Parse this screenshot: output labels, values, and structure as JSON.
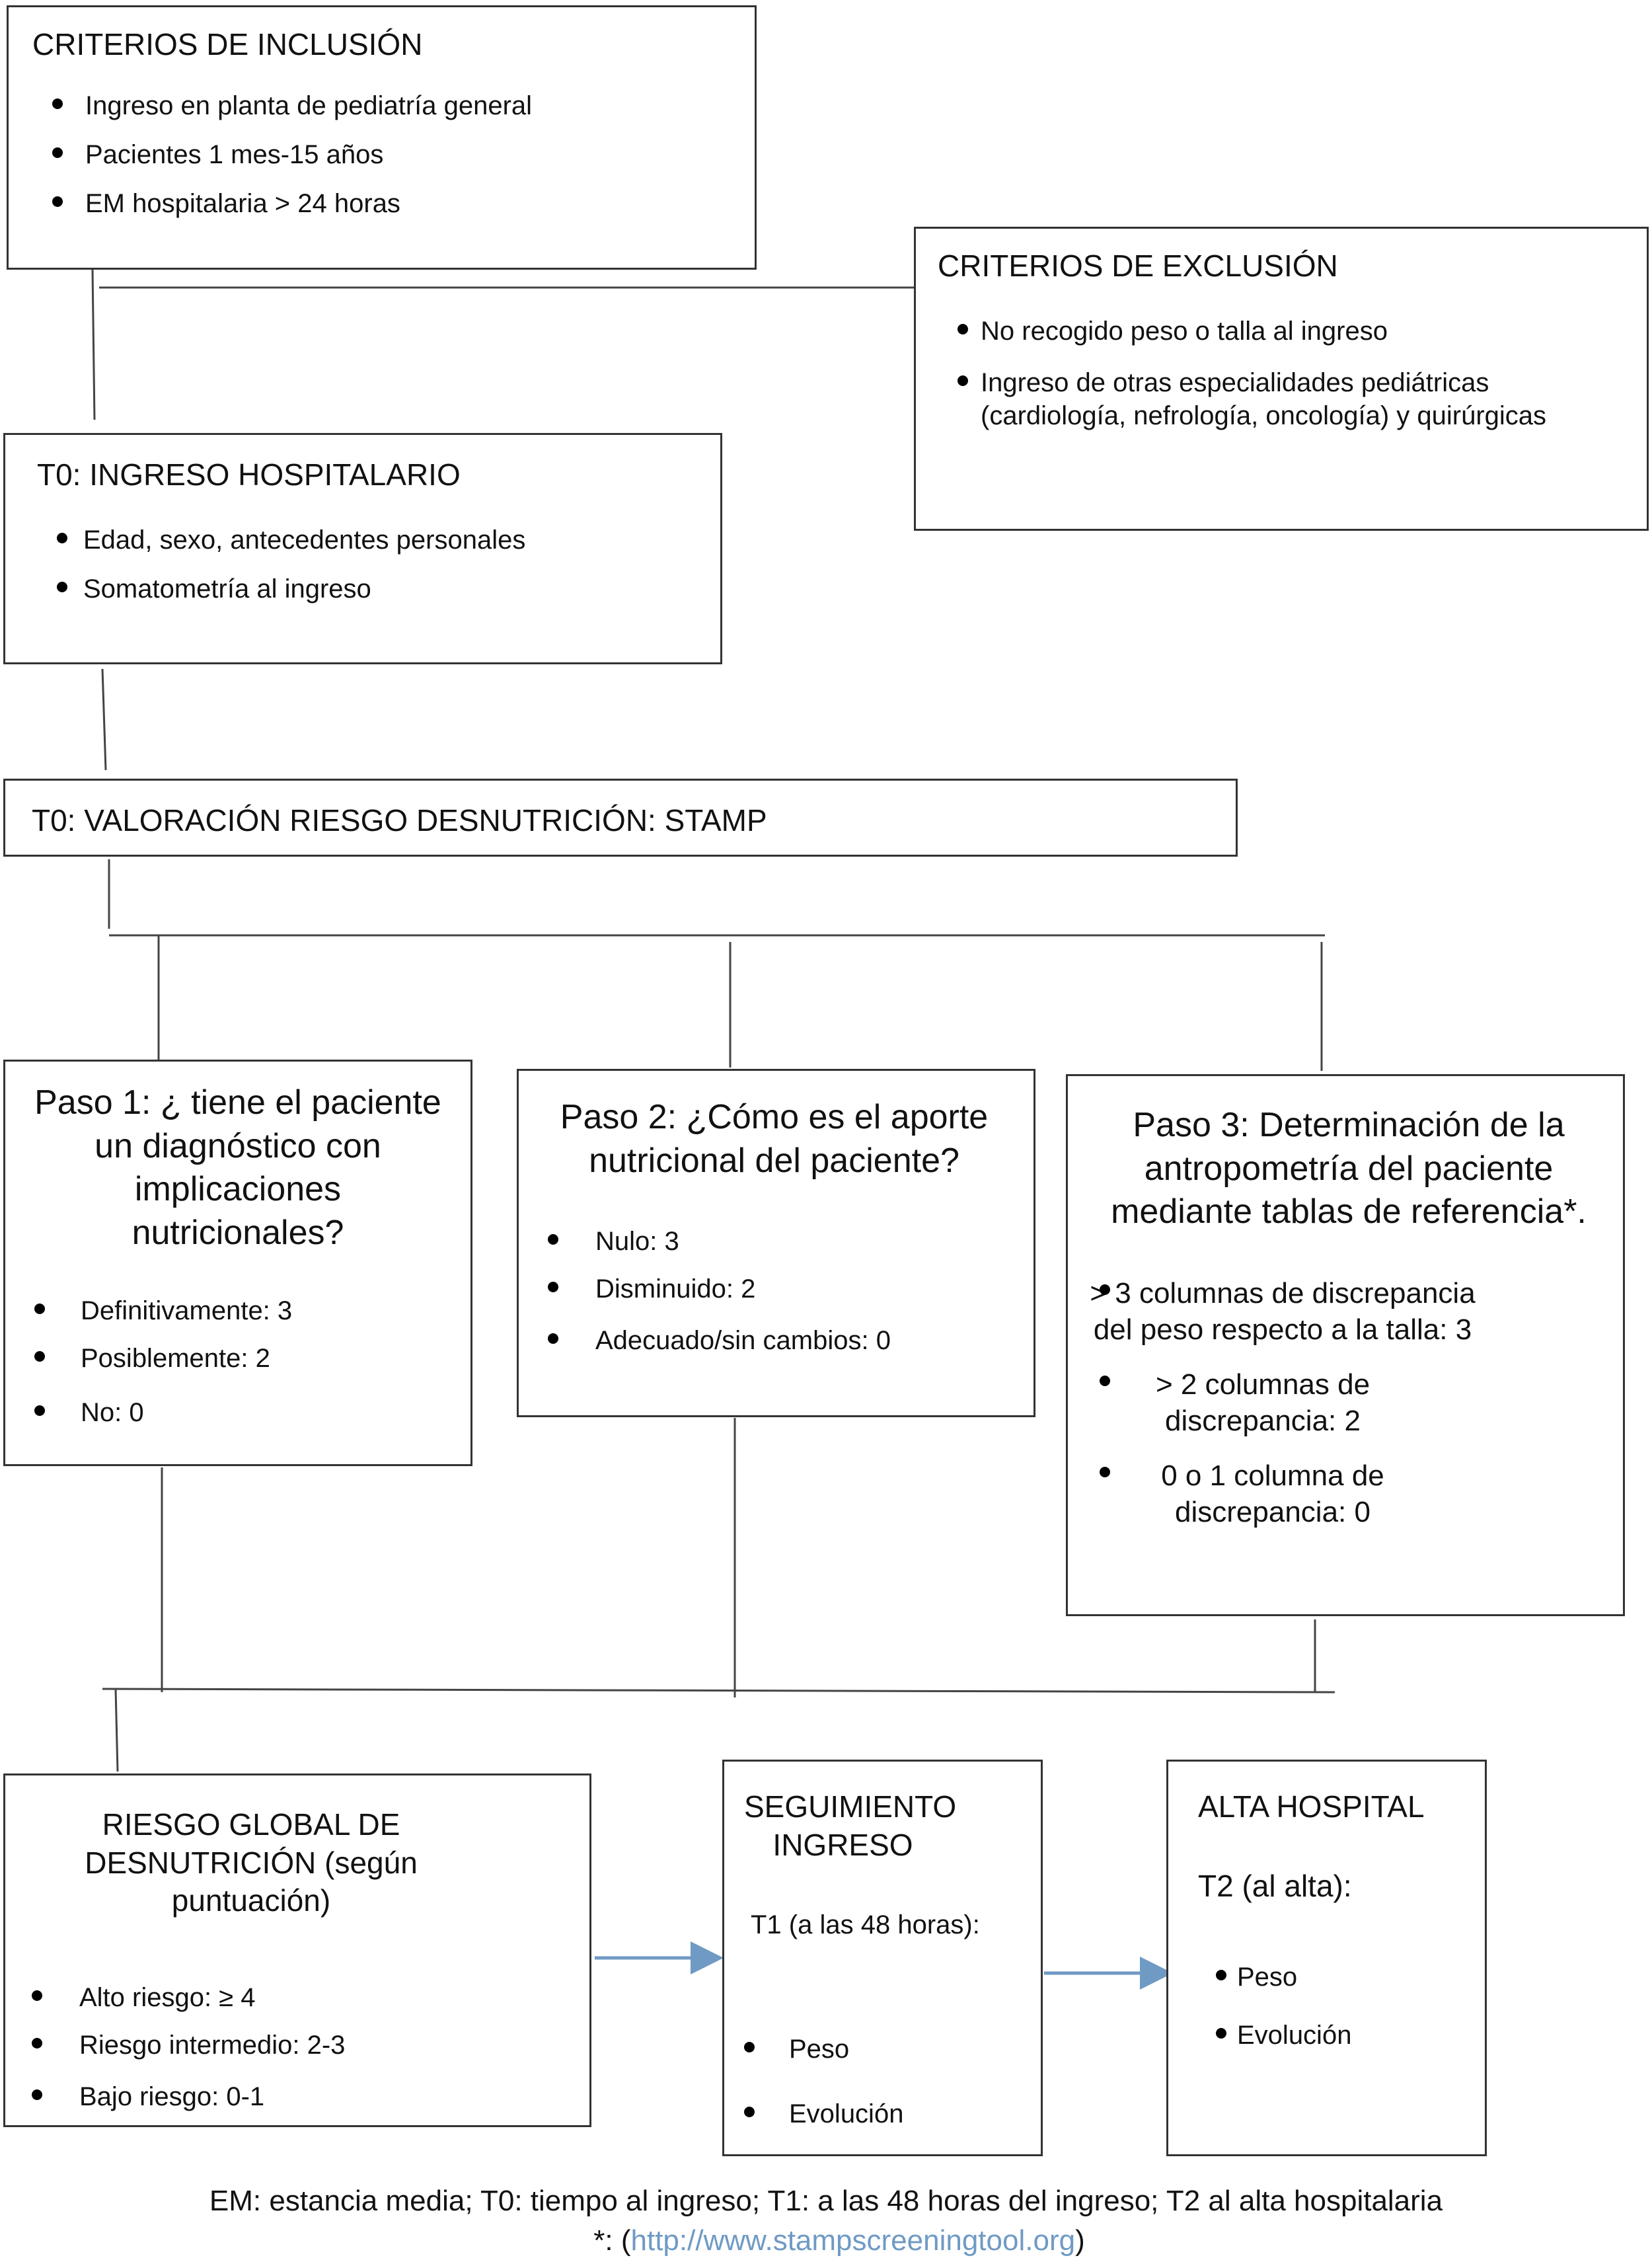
{
  "inclusion": {
    "title": "CRITERIOS DE INCLUSIÓN",
    "items": [
      "Ingreso en planta de pediatría general",
      "Pacientes 1 mes-15 años",
      "EM hospitalaria > 24 horas"
    ]
  },
  "exclusion": {
    "title": "CRITERIOS DE EXCLUSIÓN",
    "items": [
      "No recogido peso o talla al ingreso",
      "Ingreso de otras especialidades pediátricas (cardiología, nefrología, oncología) y quirúrgicas"
    ]
  },
  "t0_ingreso": {
    "title": "T0: INGRESO HOSPITALARIO",
    "items": [
      "Edad, sexo, antecedentes personales",
      "Somatometría al ingreso"
    ]
  },
  "t0_valoracion": {
    "title": "T0: VALORACIÓN RIESGO DESNUTRICIÓN: STAMP"
  },
  "paso1": {
    "title": "Paso 1: ¿ tiene el paciente un diagnóstico con implicaciones nutricionales?",
    "items": [
      "Definitivamente: 3",
      "Posiblemente: 2",
      "No: 0"
    ]
  },
  "paso2": {
    "title": "Paso 2: ¿Cómo es el aporte nutricional del paciente?",
    "items": [
      "Nulo: 3",
      "Disminuido: 2",
      "Adecuado/sin cambios: 0"
    ]
  },
  "paso3": {
    "title": "Paso 3: Determinación de la antropometría del paciente mediante tablas de referencia*.",
    "items": [
      "> 3 columnas de discrepancia del peso respecto a la talla: 3",
      "> 2 columnas de discrepancia: 2",
      "0 o 1 columna de discrepancia: 0"
    ]
  },
  "riesgo": {
    "title": "RIESGO GLOBAL DE DESNUTRICIÓN (según puntuación)",
    "items": [
      "Alto riesgo: ≥ 4",
      "Riesgo intermedio: 2-3",
      "Bajo riesgo: 0-1"
    ]
  },
  "seguimiento": {
    "title": "SEGUIMIENTO INGRESO",
    "subtitle": "T1 (a las 48 horas):",
    "items": [
      "Peso",
      "Evolución"
    ]
  },
  "alta": {
    "title": "ALTA HOSPITAL",
    "subtitle": "T2 (al alta):",
    "items": [
      "Peso",
      "Evolución"
    ]
  },
  "footer": {
    "legend": "EM: estancia media; T0: tiempo al ingreso; T1: a las 48 horas del ingreso; T2 al alta hospitalaria",
    "note_prefix": "*: (",
    "note_link": "http://www.stampscreeningtool.org",
    "note_suffix": ")"
  },
  "colors": {
    "border": "#333333",
    "arrow": "#6f9ac4",
    "link": "#6f9ac4"
  }
}
